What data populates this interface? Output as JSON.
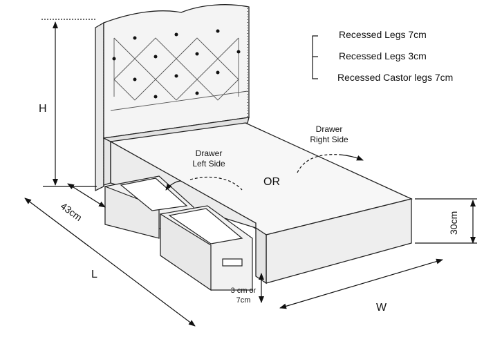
{
  "legend": {
    "items": [
      "Recessed Legs 7cm",
      "Recessed Legs 3cm",
      "Recessed Castor legs 7cm"
    ]
  },
  "dimensions": {
    "height": "H",
    "length": "L",
    "width": "W",
    "headboard_depth": "43cm",
    "base_height": "30cm",
    "leg_clearance": "3 cm or\n7cm"
  },
  "drawers": {
    "left": "Drawer\nLeft Side",
    "right": "Drawer\nRight Side",
    "or": "OR"
  }
}
